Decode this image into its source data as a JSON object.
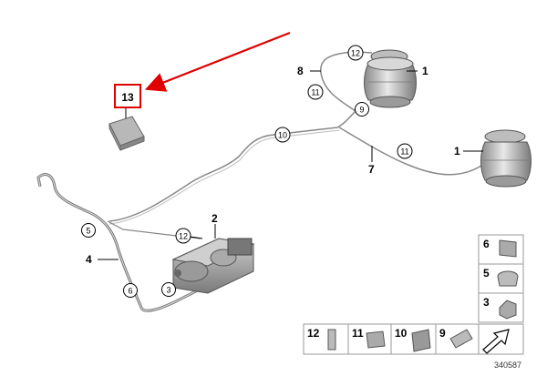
{
  "diagram": {
    "highlight_color": "#e00000",
    "callouts": {
      "p1_top": "1",
      "p1_right": "1",
      "p2": "2",
      "p4": "4",
      "p5": "5",
      "p6": "6",
      "p3": "3",
      "p7": "7",
      "p8": "8",
      "p9": "9",
      "p10": "10",
      "p11_top": "11",
      "p11_right": "11",
      "p12_top": "12",
      "p12_comp": "12",
      "p13": "13"
    },
    "legend_right": [
      "6",
      "5",
      "3"
    ],
    "legend_bottom": [
      "12",
      "11",
      "10",
      "9"
    ],
    "drawing_code": "340587"
  }
}
